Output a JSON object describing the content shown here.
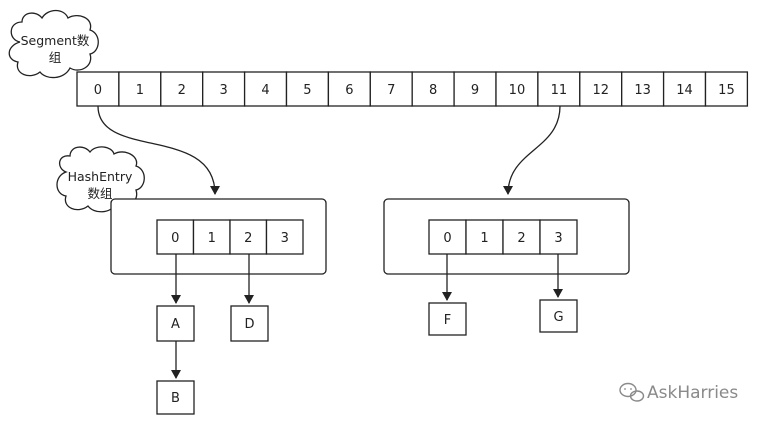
{
  "segment_label": {
    "line1": "Segment数",
    "line2": "组"
  },
  "hashentry_label": {
    "line1": "HashEntry",
    "line2": "数组"
  },
  "segment_cells": [
    "0",
    "1",
    "2",
    "3",
    "4",
    "5",
    "6",
    "7",
    "8",
    "9",
    "10",
    "11",
    "12",
    "13",
    "14",
    "15"
  ],
  "left_table": {
    "cells": [
      "0",
      "1",
      "2",
      "3"
    ]
  },
  "right_table": {
    "cells": [
      "0",
      "1",
      "2",
      "3"
    ]
  },
  "nodes": {
    "A": "A",
    "B": "B",
    "D": "D",
    "F": "F",
    "G": "G"
  },
  "watermark": {
    "text": "AskHarries",
    "icon": "wechat-icon"
  }
}
